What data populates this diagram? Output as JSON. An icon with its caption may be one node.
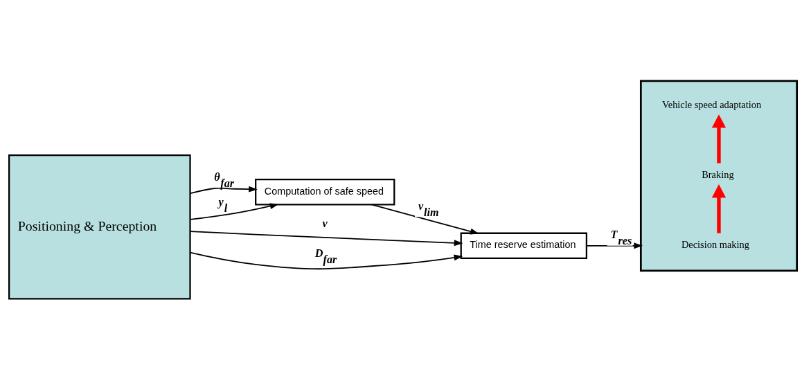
{
  "diagram": {
    "nodes": [
      {
        "text": [
          "Positioning & Perception"
        ]
      },
      {
        "text": [
          "Computation of safe speed"
        ]
      },
      {
        "text": [
          "Time reserve estimation"
        ]
      },
      {
        "text": [],
        "shape": "box"
      },
      {
        "text": [
          "Decision making"
        ],
        "in": 3
      },
      {
        "text": [
          "Braking"
        ],
        "in": 3
      },
      {
        "text": [
          "Vehicle speed adaptation"
        ],
        "in": 3
      }
    ],
    "edges": [
      {
        "from": 0,
        "to": 1,
        "arrow": "to",
        "label": "θ$_{far}$"
      },
      {
        "from": 0,
        "to": 1,
        "arrow": "to",
        "label": "y$_{l}$"
      },
      {
        "from": 1,
        "to": 2,
        "arrow": "to",
        "label": "v$_{lim}$"
      },
      {
        "from": 0,
        "to": 2,
        "arrow": "to",
        "label": "v"
      },
      {
        "from": 0,
        "to": 2,
        "arrow": "to",
        "label": "D$_{far}$"
      },
      {
        "from": 2,
        "to": 3,
        "arrow": "to",
        "label": "T$_{res}$"
      },
      {
        "from": 4,
        "to": 5,
        "arrow": "to",
        "style": "thick",
        "color": "#ff0000"
      },
      {
        "from": 5,
        "to": 6,
        "arrow": "to",
        "style": "thick",
        "color": "#ff0000"
      }
    ]
  }
}
